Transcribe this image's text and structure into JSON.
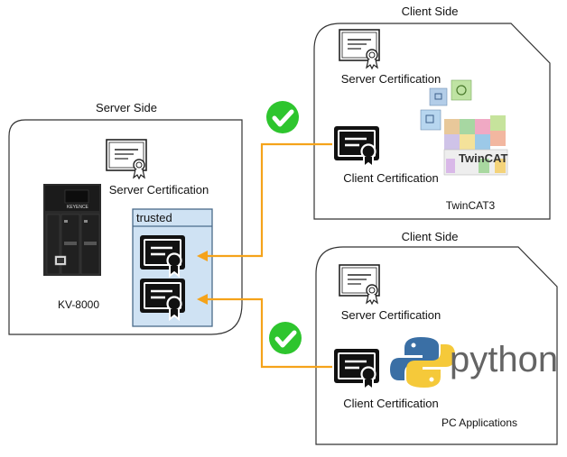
{
  "server": {
    "title": "Server Side",
    "cert_label": "Server Certification",
    "device_label": "KV-8000",
    "device_brand": "KEYENCE",
    "trusted_label": "trusted"
  },
  "client_top": {
    "title": "Client Side",
    "server_cert_label": "Server Certification",
    "client_cert_label": "Client Certification",
    "app_label": "TwinCAT3",
    "logo_text": "TwinCAT"
  },
  "client_bottom": {
    "title": "Client Side",
    "server_cert_label": "Server Certification",
    "client_cert_label": "Client Certification",
    "app_label": "PC Applications",
    "logo_text": "python"
  },
  "colors": {
    "arrow": "#f5a31a",
    "check": "#2ec52e",
    "trusted_fill": "#cfe2f3",
    "trusted_stroke": "#4a6b8a"
  }
}
